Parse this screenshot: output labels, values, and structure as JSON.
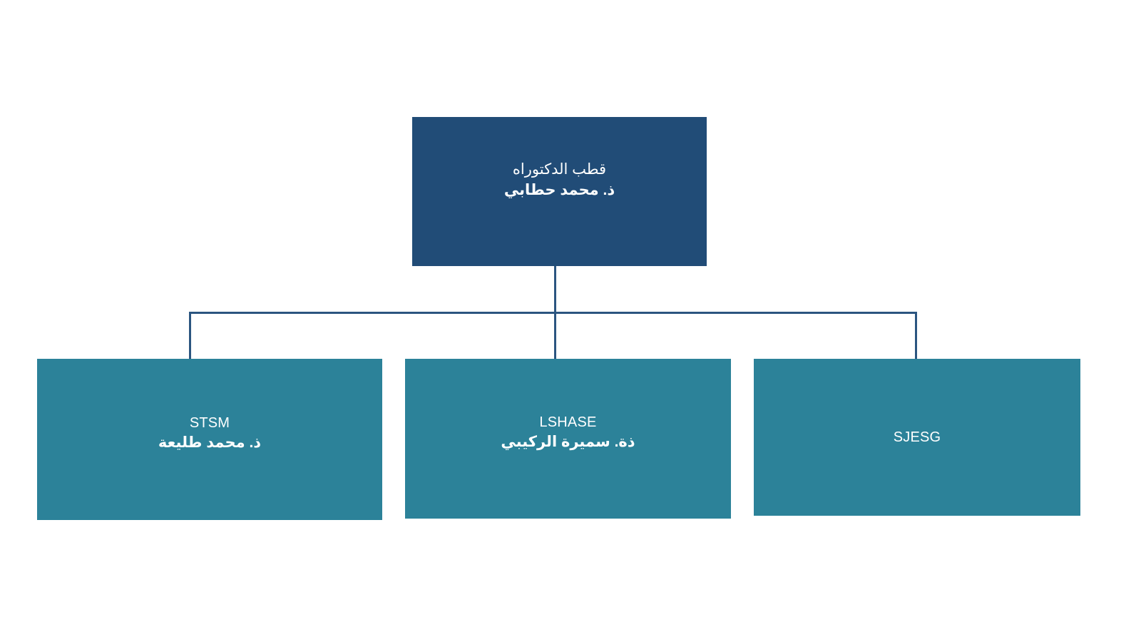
{
  "chart": {
    "type": "org-chart",
    "background_color": "#ffffff",
    "root_color": "#214c77",
    "child_color": "#2c8299",
    "connector_color": "#2b5580",
    "text_color": "#ffffff",
    "root": {
      "title": "قطب الدكتوراه",
      "person": "ذ. محمد حطابي"
    },
    "children": [
      {
        "title": "STSM",
        "person": "ذ. محمد طليعة"
      },
      {
        "title": "LSHASE",
        "person": "ذة. سميرة الركيبي"
      },
      {
        "title": "SJESG",
        "person": ""
      }
    ]
  }
}
